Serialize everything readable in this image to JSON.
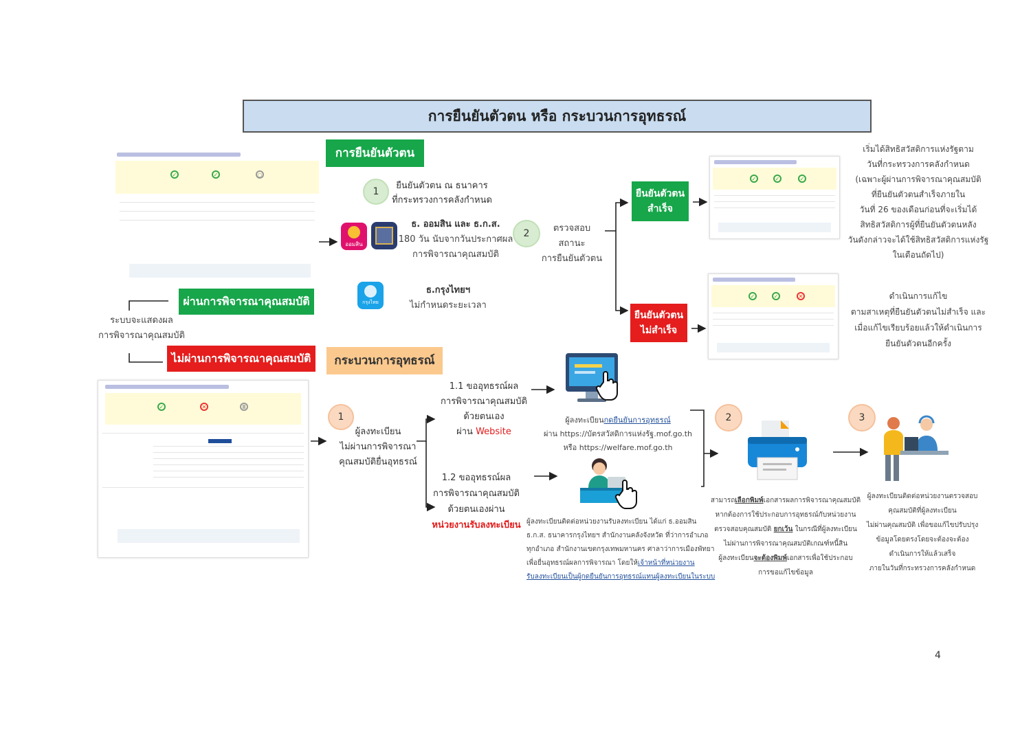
{
  "title": "การยืนยันตัวตน หรือ กระบวนการอุทธรณ์",
  "labels": {
    "verify": "การยืนยันตัวตน",
    "appeal": "กระบวนการอุทธรณ์",
    "passed": "ผ่านการพิจารณาคุณสมบัติ",
    "failed": "ไม่ผ่านการพิจารณาคุณสมบัติ",
    "verify_ok": [
      "ยืนยันตัวตน",
      "สำเร็จ"
    ],
    "verify_fail": [
      "ยืนยันตัวตน",
      "ไม่สำเร็จ"
    ]
  },
  "system_result": [
    "ระบบจะแสดงผล",
    "การพิจารณาคุณสมบัติ"
  ],
  "verify_steps": {
    "step1_num": "1",
    "step1_text": [
      "ยืนยันตัวตน ณ ธนาคาร",
      "ที่กระทรวงการคลังกำหนด"
    ],
    "banks_gsb_baac": [
      "ธ. ออมสิน และ ธ.ก.ส.",
      "180 วัน นับจากวันประกาศผล",
      "การพิจารณาคุณสมบัติ"
    ],
    "bank_ktb": [
      "ธ.กรุงไทยฯ",
      "ไม่กำหนดระยะเวลา"
    ],
    "step2_num": "2",
    "step2_text": [
      "ตรวจสอบสถานะ",
      "การยืนยันตัวตน"
    ]
  },
  "bank_logos": {
    "gsb": "ออมสิน",
    "ktb": "กรุงไทย"
  },
  "success_note": [
    "เริ่มได้สิทธิสวัสดิการแห่งรัฐตาม",
    "วันที่กระทรวงการคลังกำหนด",
    "(เฉพาะผู้ผ่านการพิจารณาคุณสมบัติ",
    "ที่ยืนยันตัวตนสำเร็จภายใน",
    "วันที่ 26 ของเดือนก่อนที่จะเริ่มได้",
    "สิทธิสวัสดิการผู้ที่ยืนยันตัวตนหลัง",
    "วันดังกล่าวจะได้ใช้สิทธิสวัสดิการแห่งรัฐ",
    "ในเดือนถัดไป)"
  ],
  "fail_note": [
    "ดำเนินการแก้ไข",
    "ตามสาเหตุที่ยืนยันตัวตนไม่สำเร็จ และ",
    "เมื่อแก้ไขเรียบร้อยแล้วให้ดำเนินการ",
    "ยืนยันตัวตนอีกครั้ง"
  ],
  "appeal_steps": {
    "step1_num": "1",
    "step1_text": [
      "ผู้ลงทะเบียน",
      "ไม่ผ่านการพิจารณา",
      "คุณสมบัติยื่นอุทธรณ์"
    ],
    "opt11": [
      "1.1 ขออุทธรณ์ผล",
      "การพิจารณาคุณสมบัติ",
      "ด้วยตนเอง"
    ],
    "opt11_via": "ผ่าน",
    "opt11_channel": "Website",
    "opt12": [
      "1.2 ขออุทธรณ์ผล",
      "การพิจารณาคุณสมบัติ",
      "ด้วยตนเองผ่าน"
    ],
    "opt12_channel": "หน่วยงานรับลงทะเบียน",
    "web_note": {
      "prefix": "ผู้ลงทะเบียน",
      "link": "กดยืนยันการอุทธรณ์",
      "line2": "ผ่าน https://บัตรสวัสดิการแห่งรัฐ.mof.go.th",
      "line3": "หรือ https://welfare.mof.go.th"
    },
    "agency_note": {
      "lines": [
        "ผู้ลงทะเบียนติดต่อหน่วยงานรับลงทะเบียน ได้แก่ ธ.ออมสิน",
        "ธ.ก.ส. ธนาคารกรุงไทยฯ สำนักงานคลังจังหวัด ที่ว่าการอำเภอ",
        "ทุกอำเภอ สำนักงานเขตกรุงเทพมหานคร ศาลาว่าการเมืองพัทยา"
      ],
      "line4_prefix": "เพื่อยื่นอุทธรณ์ผลการพิจารณา โดยให้",
      "line4_link": "เจ้าหน้าที่หน่วยงาน",
      "line5_link": "รับลงทะเบียนเป็นผู้กดยืนยันการอุทธรณ์แทนผู้ลงทะเบียนในระบบ"
    },
    "step2_num": "2",
    "step2_note": {
      "l1a": "สามารถ",
      "l1b": "เลือกพิมพ์",
      "l1c": "เอกสารผลการพิจารณาคุณสมบัติ",
      "l2": "หากต้องการใช้ประกอบการอุทธรณ์กับหน่วยงาน",
      "l3a": "ตรวจสอบคุณสมบัติ ",
      "l3b": "ยกเว้น",
      "l3c": " ในกรณีที่ผู้ลงทะเบียน",
      "l4": "ไม่ผ่านการพิจารณาคุณสมบัติเกณฑ์หนี้สิน",
      "l5a": "ผู้ลงทะเบียน",
      "l5b": "จะต้องพิมพ์",
      "l5c": "เอกสารเพื่อใช้ประกอบ",
      "l6": "การขอแก้ไขข้อมูล"
    },
    "step3_num": "3",
    "step3_note": [
      "ผู้ลงทะเบียนติดต่อหน่วยงานตรวจสอบ",
      "คุณสมบัติที่ผู้ลงทะเบียน",
      "ไม่ผ่านคุณสมบัติ เพื่อขอแก้ไขปรับปรุง",
      "ข้อมูลโดยตรงโดยจะต้องจะต้อง",
      "ดำเนินการให้แล้วเสร็จ",
      "ภายในวันที่กระทรวงการคลังกำหนด"
    ]
  },
  "page_number": "4",
  "colors": {
    "green": "#17a64a",
    "red": "#e51d1d",
    "orange": "#fbc98e",
    "title_bg": "#c9dcf0",
    "website": "#e31a1a"
  },
  "icons": [
    "computer-click-icon",
    "agent-desk-icon",
    "printer-icon",
    "call-center-icon",
    "gsb-bank-logo",
    "baac-bank-logo",
    "ktb-bank-logo"
  ]
}
